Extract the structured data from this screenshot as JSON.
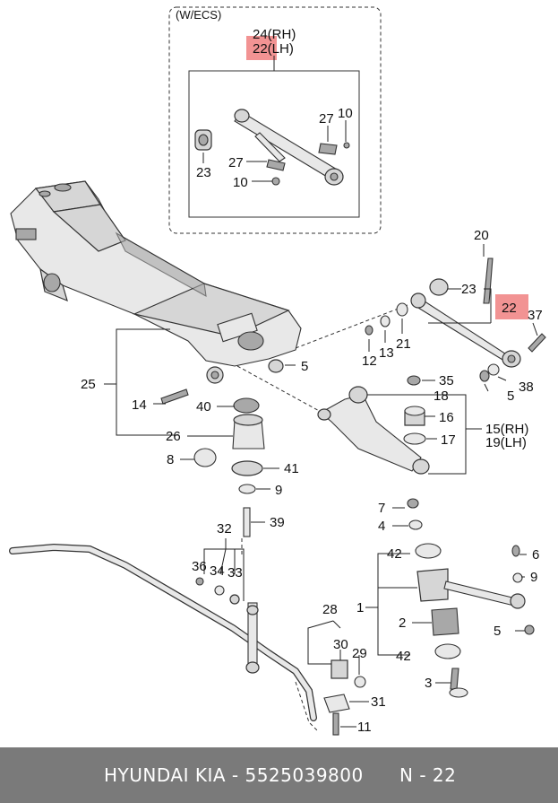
{
  "inset": {
    "label": "(W/ECS)"
  },
  "highlight_color": "#f08080",
  "callouts": {
    "c24": "24(RH)",
    "c22inset": "22(LH)",
    "c27a": "27",
    "c10a": "10",
    "c23a": "23",
    "c27b": "27",
    "c10b": "10",
    "c20": "20",
    "c23": "23",
    "c22": "22",
    "c37": "37",
    "c12": "12",
    "c13": "13",
    "c21": "21",
    "c5a": "5",
    "c38": "38",
    "c5b": "5",
    "c25": "25",
    "c14": "14",
    "c40": "40",
    "c26": "26",
    "c8": "8",
    "c41": "41",
    "c9a": "9",
    "c35": "35",
    "c18": "18",
    "c16": "16",
    "c17": "17",
    "c15": "15(RH)",
    "c19": "19(LH)",
    "c32": "32",
    "c39": "39",
    "c36": "36",
    "c34": "34",
    "c33": "33",
    "c7": "7",
    "c4": "4",
    "c42a": "42",
    "c6": "6",
    "c9b": "9",
    "c1": "1",
    "c2": "2",
    "c5c": "5",
    "c42b": "42",
    "c3": "3",
    "c28": "28",
    "c30": "30",
    "c29": "29",
    "c31": "31",
    "c11": "11"
  },
  "footer": {
    "brand": "HYUNDAI KIA - 5525039800",
    "page": "N - 22"
  }
}
